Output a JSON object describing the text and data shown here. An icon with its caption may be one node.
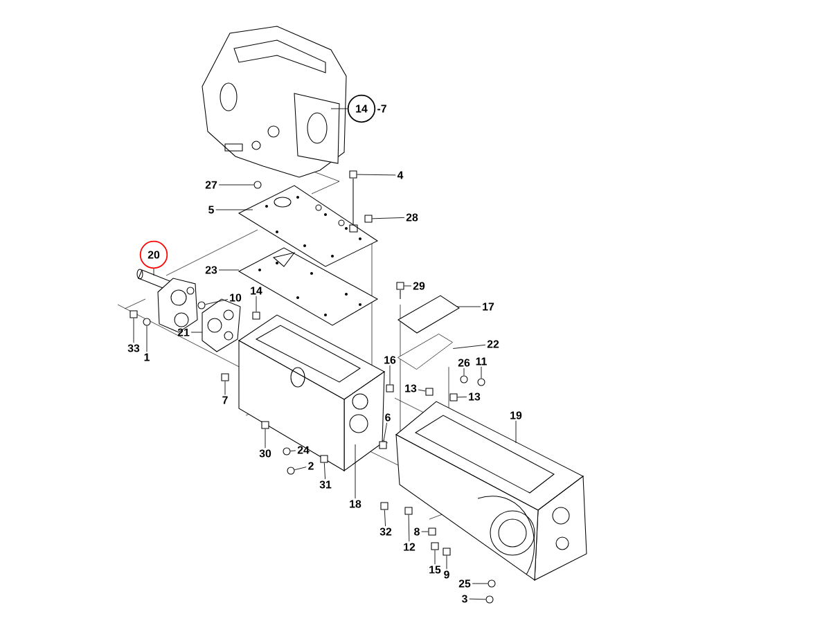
{
  "diagram": {
    "nodes": [
      {
        "text": [
          "14"
        ],
        "beside": [
          "-7"
        ]
      },
      {
        "text": [
          "4"
        ]
      },
      {
        "text": [
          "27"
        ]
      },
      {
        "text": [
          "5"
        ]
      },
      {
        "text": [
          "28"
        ]
      },
      {
        "text": [
          "20"
        ]
      },
      {
        "text": [
          "23"
        ]
      },
      {
        "text": [
          "29"
        ]
      },
      {
        "text": [
          "14"
        ]
      },
      {
        "text": [
          "10"
        ]
      },
      {
        "text": [
          "17"
        ]
      },
      {
        "text": [
          "21"
        ]
      },
      {
        "text": [
          "22"
        ]
      },
      {
        "text": [
          "33"
        ]
      },
      {
        "text": [
          "26"
        ]
      },
      {
        "text": [
          "1"
        ]
      },
      {
        "text": [
          "11"
        ]
      },
      {
        "text": [
          "16"
        ]
      },
      {
        "text": [
          "13"
        ]
      },
      {
        "text": [
          "13"
        ]
      },
      {
        "text": [
          "7"
        ]
      },
      {
        "text": [
          "19"
        ]
      },
      {
        "text": [
          "6"
        ]
      },
      {
        "text": [
          "24"
        ]
      },
      {
        "text": [
          "30"
        ]
      },
      {
        "text": [
          "2"
        ]
      },
      {
        "text": [
          "31"
        ]
      },
      {
        "text": [
          "18"
        ]
      },
      {
        "text": [
          "32"
        ]
      },
      {
        "text": [
          "8"
        ]
      },
      {
        "text": [
          "12"
        ]
      },
      {
        "text": [
          "15"
        ]
      },
      {
        "text": [
          "9"
        ]
      },
      {
        "text": [
          "25"
        ]
      },
      {
        "text": [
          "3"
        ]
      },
      {
        "text": [],
        "shape": "box"
      },
      {
        "text": [],
        "shape": "circle"
      },
      {
        "text": [],
        "shape": "box"
      },
      {
        "text": [],
        "shape": "box"
      },
      {
        "text": [],
        "shape": "box"
      },
      {
        "text": [],
        "shape": "circle"
      },
      {
        "text": [],
        "shape": "box"
      },
      {
        "text": [],
        "shape": "circle"
      },
      {
        "text": [],
        "shape": "circle"
      },
      {
        "text": [],
        "shape": "circle"
      },
      {
        "text": [],
        "shape": "box"
      },
      {
        "text": [],
        "shape": "box"
      },
      {
        "text": [],
        "shape": "box"
      },
      {
        "text": [],
        "shape": "box"
      },
      {
        "text": [],
        "shape": "box"
      },
      {
        "text": [],
        "shape": "circle"
      },
      {
        "text": [],
        "shape": "box"
      },
      {
        "text": [],
        "shape": "circle"
      },
      {
        "text": [],
        "shape": "box"
      },
      {
        "text": [],
        "shape": "box"
      },
      {
        "text": [],
        "shape": "box"
      },
      {
        "text": [],
        "shape": "box"
      },
      {
        "text": [],
        "shape": "box"
      },
      {
        "text": [],
        "shape": "box"
      },
      {
        "text": [],
        "shape": "circle"
      },
      {
        "text": [],
        "shape": "circle"
      },
      {
        "text": [],
        "shape": "picture"
      }
    ],
    "edges": [
      {
        "from": 0,
        "to": null,
        "arrow": "none"
      },
      {
        "from": 1,
        "to": 35,
        "arrow": "none"
      },
      {
        "from": 2,
        "to": 36,
        "arrow": "none"
      },
      {
        "from": 3,
        "to": null,
        "arrow": "none"
      },
      {
        "from": 4,
        "to": 37,
        "arrow": "none"
      },
      {
        "from": 5,
        "to": null,
        "arrow": "none"
      },
      {
        "from": 6,
        "to": null,
        "arrow": "none"
      },
      {
        "from": 7,
        "to": 38,
        "arrow": "none"
      },
      {
        "from": 8,
        "to": 39,
        "arrow": "none"
      },
      {
        "from": 9,
        "to": 40,
        "arrow": "none"
      },
      {
        "from": 10,
        "to": null,
        "arrow": "none"
      },
      {
        "from": 11,
        "to": null,
        "arrow": "none"
      },
      {
        "from": 12,
        "to": 61,
        "arrow": "none"
      },
      {
        "from": 13,
        "to": 41,
        "arrow": "none"
      },
      {
        "from": 14,
        "to": 42,
        "arrow": "none"
      },
      {
        "from": 15,
        "to": 43,
        "arrow": "none"
      },
      {
        "from": 16,
        "to": 44,
        "arrow": "none"
      },
      {
        "from": 17,
        "to": 45,
        "arrow": "none"
      },
      {
        "from": 18,
        "to": 46,
        "arrow": "none"
      },
      {
        "from": 19,
        "to": 47,
        "arrow": "none"
      },
      {
        "from": 20,
        "to": 48,
        "arrow": "none"
      },
      {
        "from": 21,
        "to": null,
        "arrow": "none"
      },
      {
        "from": 22,
        "to": 49,
        "arrow": "none"
      },
      {
        "from": 23,
        "to": 50,
        "arrow": "none"
      },
      {
        "from": 24,
        "to": 51,
        "arrow": "none"
      },
      {
        "from": 25,
        "to": 52,
        "arrow": "none"
      },
      {
        "from": 26,
        "to": 53,
        "arrow": "none"
      },
      {
        "from": 27,
        "to": null,
        "arrow": "none"
      },
      {
        "from": 28,
        "to": 54,
        "arrow": "none"
      },
      {
        "from": 29,
        "to": 55,
        "arrow": "none"
      },
      {
        "from": 30,
        "to": 56,
        "arrow": "none"
      },
      {
        "from": 31,
        "to": 57,
        "arrow": "none"
      },
      {
        "from": 32,
        "to": 58,
        "arrow": "none"
      },
      {
        "from": 33,
        "to": 59,
        "arrow": "none"
      },
      {
        "from": 34,
        "to": 60,
        "arrow": "none"
      }
    ]
  }
}
